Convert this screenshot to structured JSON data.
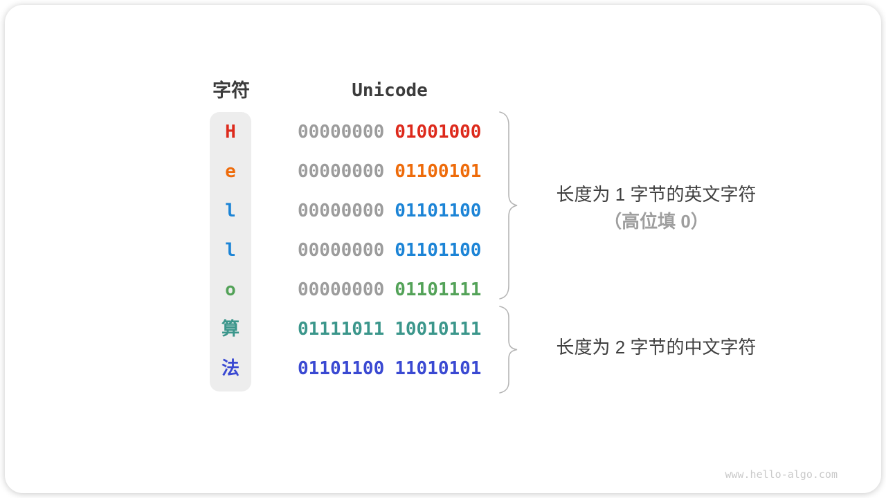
{
  "table": {
    "headers": {
      "char": "字符",
      "unicode": "Unicode"
    },
    "rows": [
      {
        "char": "H",
        "char_color": "#dd2a1c",
        "byte1": "00000000",
        "byte1_color": "#9c9c9c",
        "byte2": "01001000",
        "byte2_color": "#dd2a1c"
      },
      {
        "char": "e",
        "char_color": "#ee6b0a",
        "byte1": "00000000",
        "byte1_color": "#9c9c9c",
        "byte2": "01100101",
        "byte2_color": "#ee6b0a"
      },
      {
        "char": "l",
        "char_color": "#1c84d6",
        "byte1": "00000000",
        "byte1_color": "#9c9c9c",
        "byte2": "01101100",
        "byte2_color": "#1c84d6"
      },
      {
        "char": "l",
        "char_color": "#1c84d6",
        "byte1": "00000000",
        "byte1_color": "#9c9c9c",
        "byte2": "01101100",
        "byte2_color": "#1c84d6"
      },
      {
        "char": "o",
        "char_color": "#53a258",
        "byte1": "00000000",
        "byte1_color": "#9c9c9c",
        "byte2": "01101111",
        "byte2_color": "#53a258"
      },
      {
        "char": "算",
        "char_color": "#3b968b",
        "byte1": "01111011",
        "byte1_color": "#3b968b",
        "byte2": "10010111",
        "byte2_color": "#3b968b"
      },
      {
        "char": "法",
        "char_color": "#3a49d2",
        "byte1": "01101100",
        "byte1_color": "#3a49d2",
        "byte2": "11010101",
        "byte2_color": "#3a49d2"
      }
    ]
  },
  "annotations": {
    "english_group": {
      "line1": "长度为 1 字节的英文字符",
      "line2": "（高位填 0）"
    },
    "chinese_group": {
      "line1": "长度为 2 字节的中文字符"
    }
  },
  "watermark": "www.hello-algo.com",
  "colors": {
    "leading_zero_gray": "#9c9c9c",
    "header_text": "#3b3b3b",
    "annotation_primary": "#3f3f3f",
    "annotation_secondary": "#9e9e9e",
    "char_column_bg": "#ededed",
    "brace": "#b5b5b5",
    "watermark": "#c9c9c9"
  }
}
